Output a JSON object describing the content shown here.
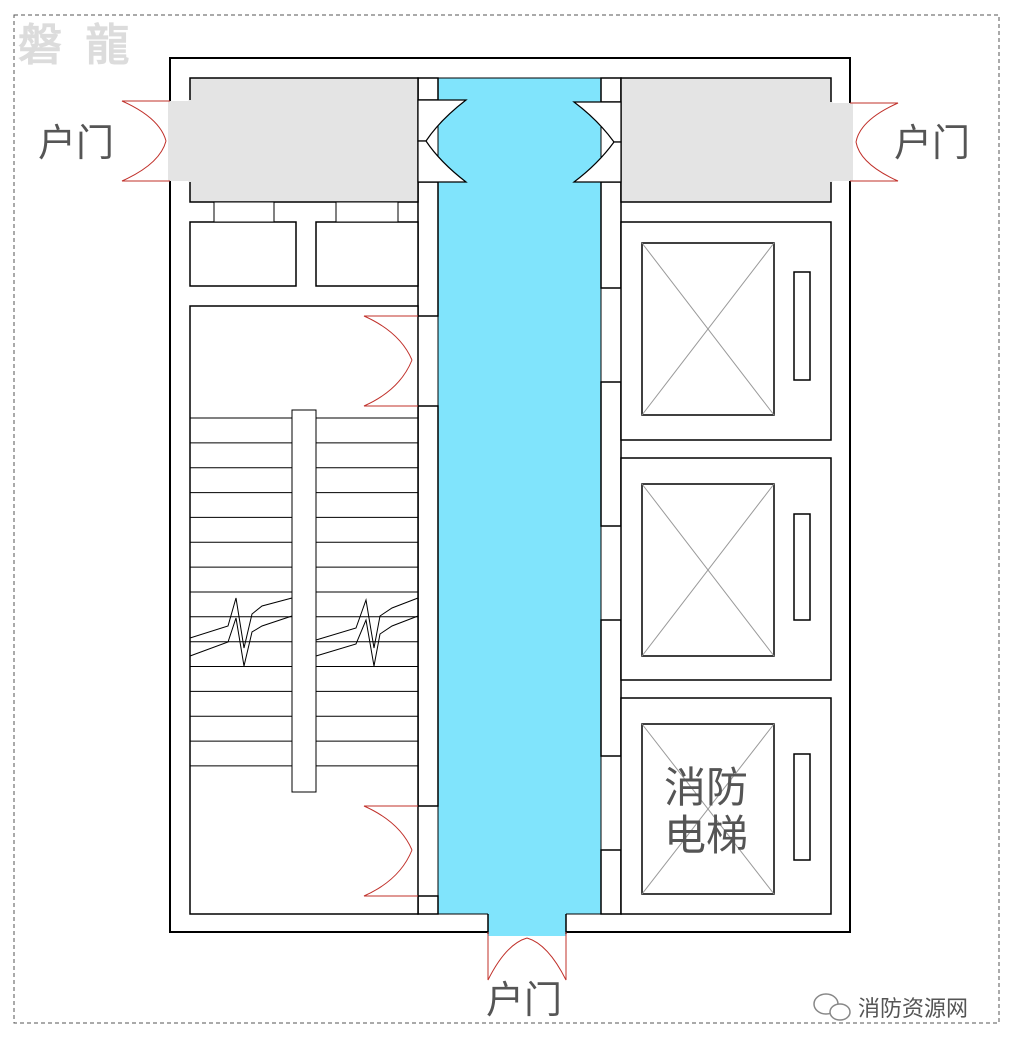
{
  "watermark": {
    "text": "磐 龍"
  },
  "labels": {
    "door_left": "户门",
    "door_right": "户门",
    "door_bottom": "户门",
    "fire_elevator_line1": "消防",
    "fire_elevator_line2": "电梯"
  },
  "source": {
    "text": "消防资源网",
    "icon": "wechat-icon"
  },
  "colors": {
    "corridor": "#80e4fc",
    "anteroom": "#e4e4e4",
    "door_arc": "#c0302a",
    "wall": "#000000",
    "label": "#555555"
  }
}
